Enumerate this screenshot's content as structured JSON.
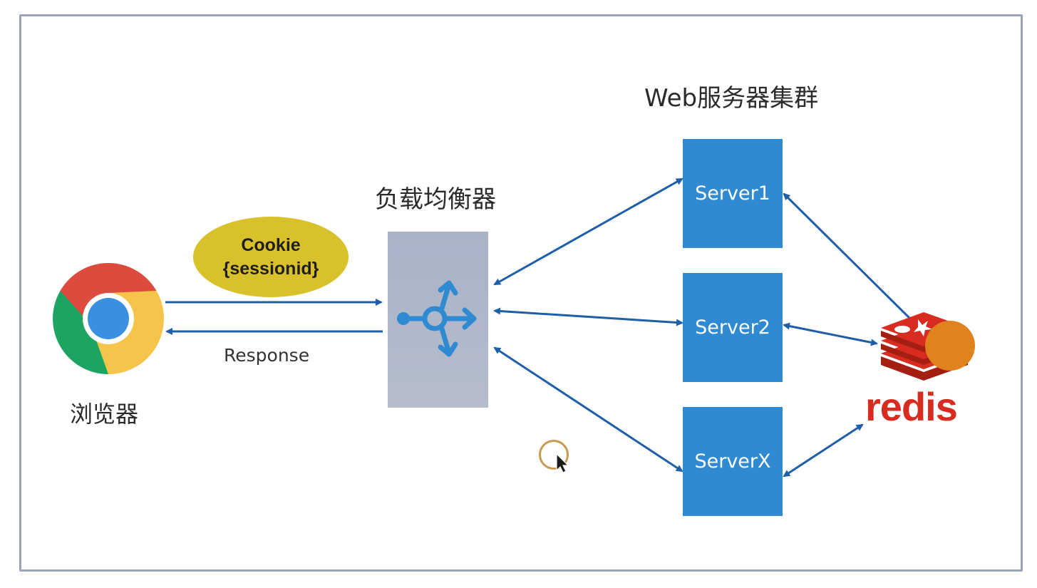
{
  "labels": {
    "cluster_title": "Web服务器集群",
    "load_balancer": "负载均衡器",
    "browser": "浏览器",
    "response": "Response"
  },
  "cookie": {
    "line1": "Cookie",
    "line2": "{sessionid}"
  },
  "servers": {
    "server1": "Server1",
    "server2": "Server2",
    "serverx": "ServerX"
  },
  "redis": {
    "wordmark": "redis"
  },
  "icons": {
    "browser": "chrome-browser-icon",
    "load_balancer": "load-balancer-split-icon",
    "redis": "redis-logo-icon",
    "cursor": "mouse-pointer-icon"
  },
  "colors": {
    "server_fill": "#2f8ad2",
    "arrow": "#1f5ea8",
    "cookie_fill": "#d8c12a",
    "redis_red": "#d82c20",
    "frame": "#9aa4b8"
  }
}
